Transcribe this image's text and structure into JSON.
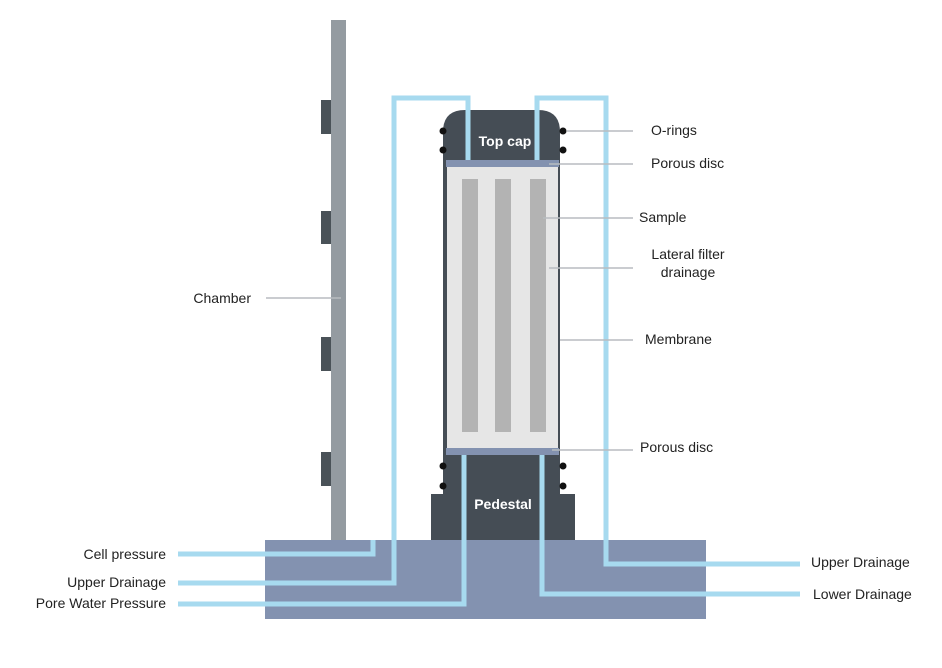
{
  "labels": {
    "chamber": "Chamber",
    "top_cap": "Top cap",
    "pedestal": "Pedestal",
    "o_rings": "O-rings",
    "porous_disc_top": "Porous disc",
    "sample": "Sample",
    "lateral_filter_line1": "Lateral filter",
    "lateral_filter_line2": "drainage",
    "membrane": "Membrane",
    "porous_disc_bottom": "Porous disc",
    "cell_pressure": "Cell pressure",
    "upper_drainage_left": "Upper Drainage",
    "pore_water_pressure": "Pore Water Pressure",
    "upper_drainage_right": "Upper Drainage",
    "lower_drainage": "Lower Drainage"
  },
  "colors": {
    "chamber_wall": "#949ba1",
    "chamber_tabs": "#4a5258",
    "base": "#8392b0",
    "cell_body": "#454d55",
    "porous_disc": "#8392b0",
    "sample": "#e6e6e6",
    "filter_strips": "#b3b3b3",
    "pipes": "#a7daef",
    "leader_lines": "#b8bcc0",
    "o_ring_dots": "#111111"
  }
}
